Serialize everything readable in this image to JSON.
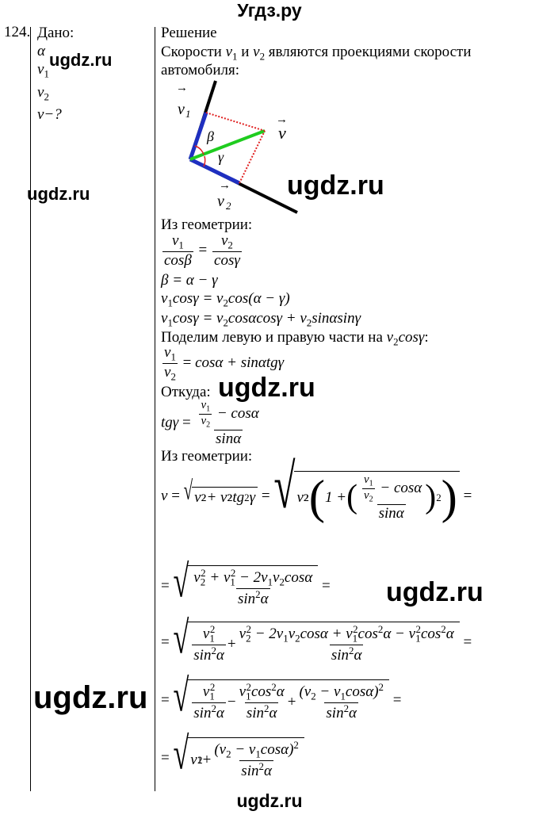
{
  "header": {
    "site_title": "Угдз.ру"
  },
  "footer": {
    "site_name": "ugdz.ru"
  },
  "problem": {
    "number": "124.",
    "given_label": "Дано:",
    "given": [
      "α",
      "v1",
      "v2",
      "v−?"
    ]
  },
  "solution": {
    "heading": "Решение",
    "intro_line1": "Скорости v1 и v2 являются проекциями скорости",
    "intro_line2": "автомобиля:",
    "geometry_label": "Из геометрии:",
    "divide_text": "Поделим левую и правую части на v2cosγ:",
    "whence_label": "Откуда:",
    "geometry_label2": "Из геометрии:"
  },
  "diagram": {
    "labels": {
      "v1": "v",
      "v1_sub": "1",
      "v": "v",
      "v2": "v",
      "v2_sub": "2",
      "beta": "β",
      "gamma": "γ",
      "arrow": "→"
    },
    "colors": {
      "axis": "#000000",
      "component": "#1f2fc0",
      "resultant": "#1fcc1f",
      "projection": "#e02020",
      "angle": "#e02020"
    }
  },
  "watermarks": [
    "ugdz.ru",
    "ugdz.ru",
    "ugdz.ru",
    "ugdz.ru",
    "ugdz.ru",
    "ugdz.ru"
  ]
}
